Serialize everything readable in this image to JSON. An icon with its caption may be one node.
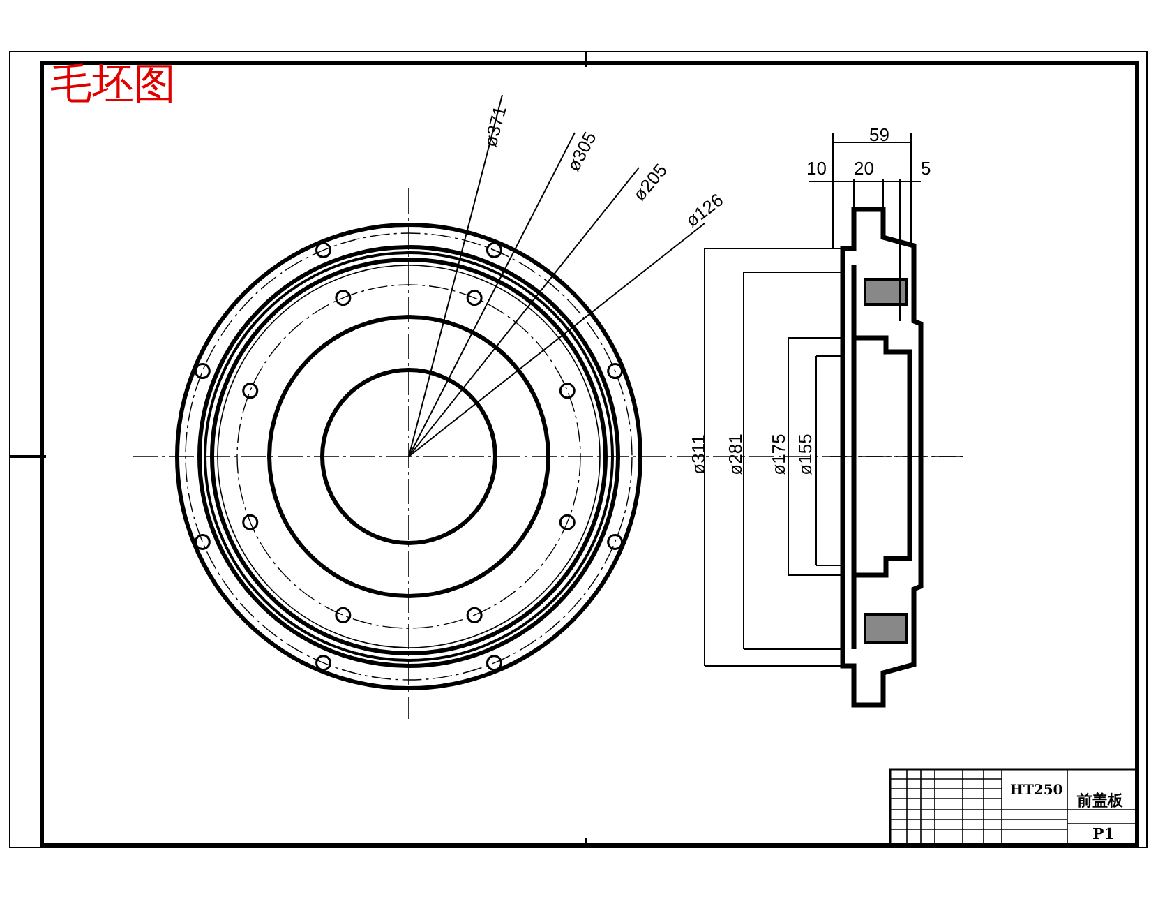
{
  "diagram": {
    "title": "毛坯图",
    "labels": [
      "ø371",
      "ø305",
      "ø205",
      "ø126",
      "59",
      "10",
      "20",
      "5",
      "ø311",
      "ø281",
      "ø175",
      "ø155",
      "HT250",
      "前盖板",
      "P1"
    ]
  }
}
